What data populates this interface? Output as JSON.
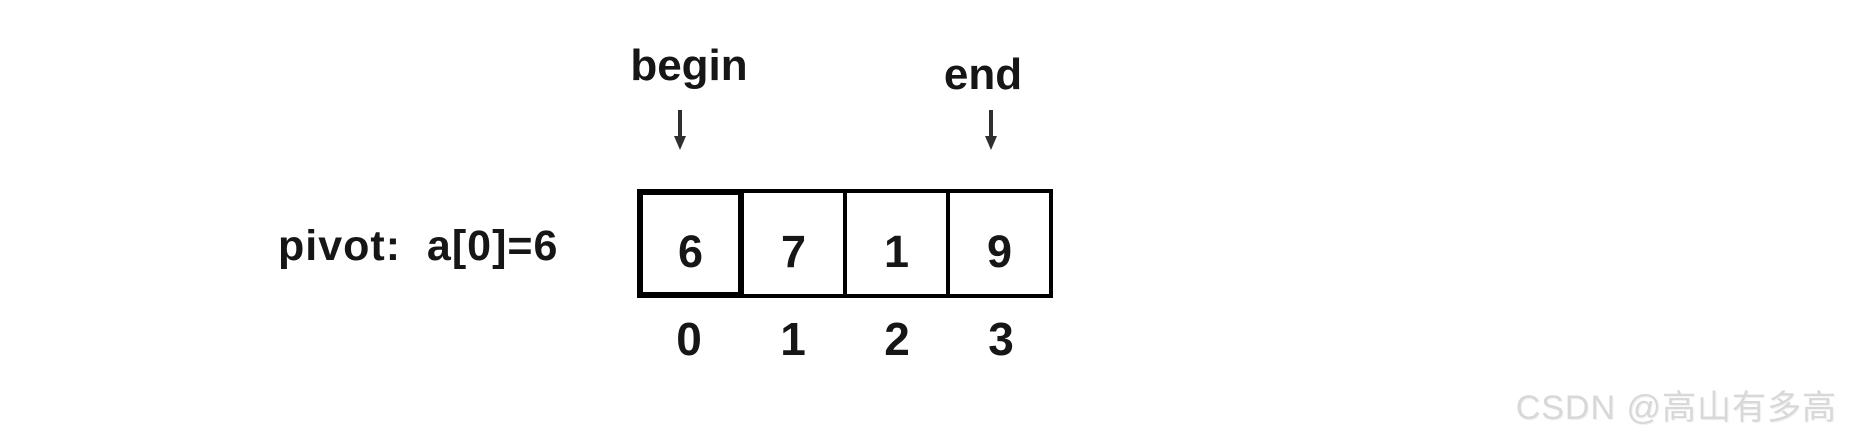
{
  "pivot": {
    "text": "pivot:  a[0]=6"
  },
  "pointers": {
    "begin": {
      "label": "begin"
    },
    "end": {
      "label": "end"
    }
  },
  "array": {
    "cells": [
      "6",
      "7",
      "1",
      "9"
    ],
    "indices": [
      "0",
      "1",
      "2",
      "3"
    ],
    "pivot_index": 0
  },
  "watermark": {
    "text": "CSDN @高山有多高"
  },
  "colors": {
    "text": "#161616",
    "box_border": "#000000",
    "arrow": "#2f2f2f",
    "watermark": "#d8d8d8",
    "background": "#ffffff"
  }
}
